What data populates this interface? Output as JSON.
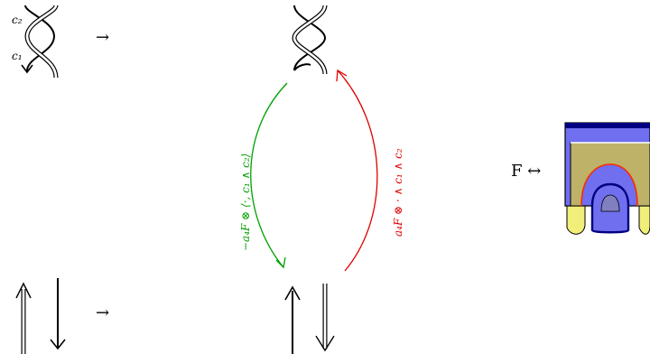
{
  "labels": {
    "c2": "c₂",
    "c1": "c₁",
    "arrow_top": "→",
    "arrow_bottom": "→",
    "left_map": "−a₄F ⊗ ⟨·, c₁ ∧ c₂⟩",
    "right_map": "a₄F ⊗ · ∧ c₁ ∧ c₂",
    "F_relation": "F ↔"
  },
  "colors": {
    "left_map": "#00a000",
    "right_map": "#e00000",
    "blue": "#6f6fef",
    "olive": "#bdb268",
    "yellow": "#f2ee7a",
    "red_outline": "#ff2a00",
    "navy": "#000080"
  }
}
